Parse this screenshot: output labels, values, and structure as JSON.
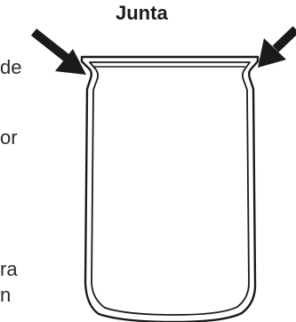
{
  "diagram": {
    "label": "Junta",
    "left_text_fragments": [
      "de",
      "or",
      "ra",
      "n"
    ],
    "colors": {
      "outline": "#1a1a1a",
      "text": "#2a2a2a",
      "background": "#ffffff"
    }
  }
}
